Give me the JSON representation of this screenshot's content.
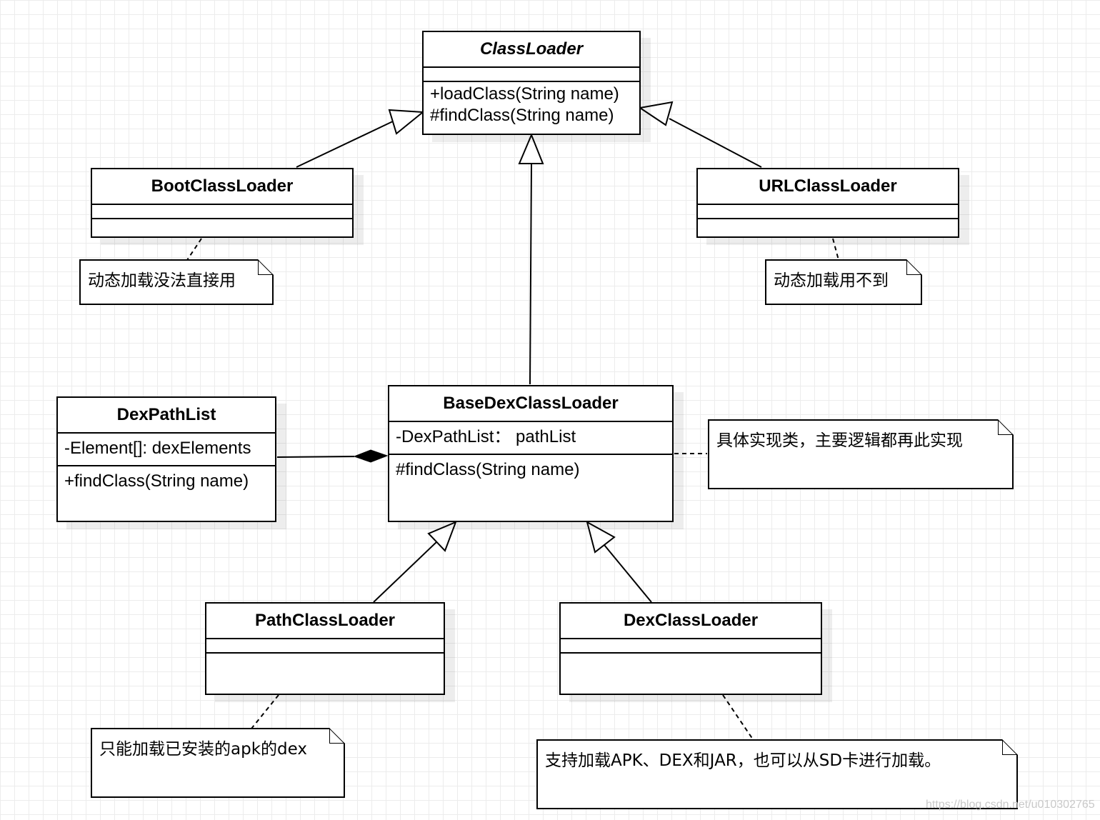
{
  "classes": {
    "classloader": {
      "name": "ClassLoader",
      "methods": [
        "+loadClass(String name)",
        "#findClass(String name)"
      ]
    },
    "boot": {
      "name": "BootClassLoader"
    },
    "url": {
      "name": "URLClassLoader"
    },
    "dexpathlist": {
      "name": "DexPathList",
      "attributes": [
        "-Element[]: dexElements"
      ],
      "methods": [
        "+findClass(String name)"
      ]
    },
    "basedex": {
      "name": "BaseDexClassLoader",
      "attributes": [
        "-DexPathList： pathList"
      ],
      "methods": [
        "#findClass(String name)"
      ]
    },
    "path": {
      "name": "PathClassLoader"
    },
    "dex": {
      "name": "DexClassLoader"
    }
  },
  "notes": {
    "boot": "动态加载没法直接用",
    "url": "动态加载用不到",
    "basedex": "具体实现类，主要逻辑都再此实现",
    "path": "只能加载已安装的apk的dex",
    "dex": "支持加载APK、DEX和JAR，也可以从SD卡进行加载。"
  },
  "watermark": "https://blog.csdn.net/u010302765"
}
